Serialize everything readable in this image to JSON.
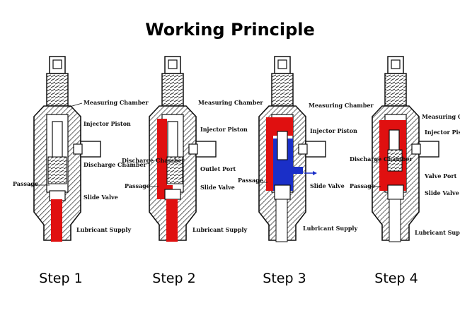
{
  "title": "Working Principle",
  "steps": [
    {
      "caption": "Step 1",
      "labels": {
        "measuring_chamber": "Measuring Chamber",
        "injector_piston": "Injector Piston",
        "discharge_chamber": "Discharge Chamber",
        "passage": "Passage",
        "slide_valve": "Slide Valve",
        "lubricant_supply": "Lubricant Supply"
      }
    },
    {
      "caption": "Step 2",
      "labels": {
        "measuring_chamber": "Measuring Chamber",
        "injector_piston": "Injector Piston",
        "discharge_chamber": "Discharge Chamber",
        "outlet_port": "Outlet Port",
        "passage": "Passage",
        "slide_valve": "Slide Valve",
        "lubricant_supply": "Lubricant Supply"
      }
    },
    {
      "caption": "Step 3",
      "labels": {
        "measuring_chamber": "Measuring Chamber",
        "injector_piston": "Injector Piston",
        "passage": "Passage",
        "slide_valve": "Slide Valve",
        "lubricant_supply": "Lubricant Supply"
      }
    },
    {
      "caption": "Step 4",
      "labels": {
        "measuring_chamber": "Measuring Chamber",
        "injector_piston": "Injector Piston",
        "discharge_chamber": "Discharge Chamber",
        "valve_port": "Valve Port",
        "passage": "Passage",
        "slide_valve": "Slide Valve",
        "lubricant_supply": "Lubricant Supply"
      }
    }
  ],
  "colors": {
    "pressurized_lubricant": "#e01010",
    "discharge_flow": "#1a2fc8",
    "body_line": "#111111"
  }
}
